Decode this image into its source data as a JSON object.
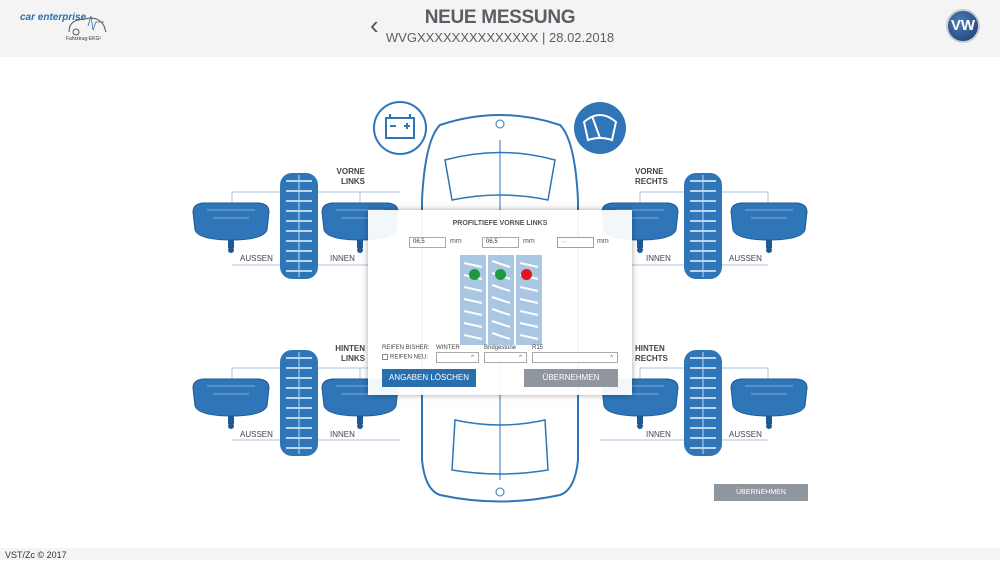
{
  "header": {
    "logo_text": "car enterprise",
    "logo2_text": "Fahrzeug-EKG²",
    "back_icon": "chevron-left-icon",
    "title": "NEUE MESSUNG",
    "vin": "WVGXXXXXXXXXXXXXX",
    "separator": "|",
    "date": "28.02.2018",
    "brand_logo": "VW"
  },
  "positions": {
    "front_left": "VORNE\nLINKS",
    "front_right": "VORNE\nRECHTS",
    "rear_left": "HINTEN\nLINKS",
    "rear_right": "HINTEN\nRECHTS",
    "outer": "AUSSEN",
    "inner": "INNEN"
  },
  "icons": {
    "battery": "battery-icon",
    "wiper": "wiper-icon"
  },
  "popup": {
    "title": "PROFILTIEFE VORNE LINKS",
    "measurements": [
      {
        "value": "06,5",
        "unit": "mm",
        "status": "ok"
      },
      {
        "value": "06,5",
        "unit": "mm",
        "status": "ok"
      },
      {
        "value": "",
        "placeholder": "-,-",
        "unit": "mm",
        "status": "bad"
      }
    ],
    "status_colors": {
      "ok": "#1e9a3c",
      "bad": "#e3161b"
    },
    "tires_before_label": "REIFEN BISHER:",
    "tires_new_label": "REIFEN NEU:",
    "tires_new_checked": false,
    "season": "WINTER",
    "brand": "Bridgestone",
    "size": "R15",
    "clear_button": "ANGABEN LÖSCHEN",
    "apply_button": "ÜBERNEHMEN"
  },
  "apply_button": "ÜBERNEHMEN",
  "footer": {
    "copyright": "VST/Zc © 2017"
  },
  "colors": {
    "accent": "#2a6fad",
    "button_gray": "#8f969e"
  }
}
